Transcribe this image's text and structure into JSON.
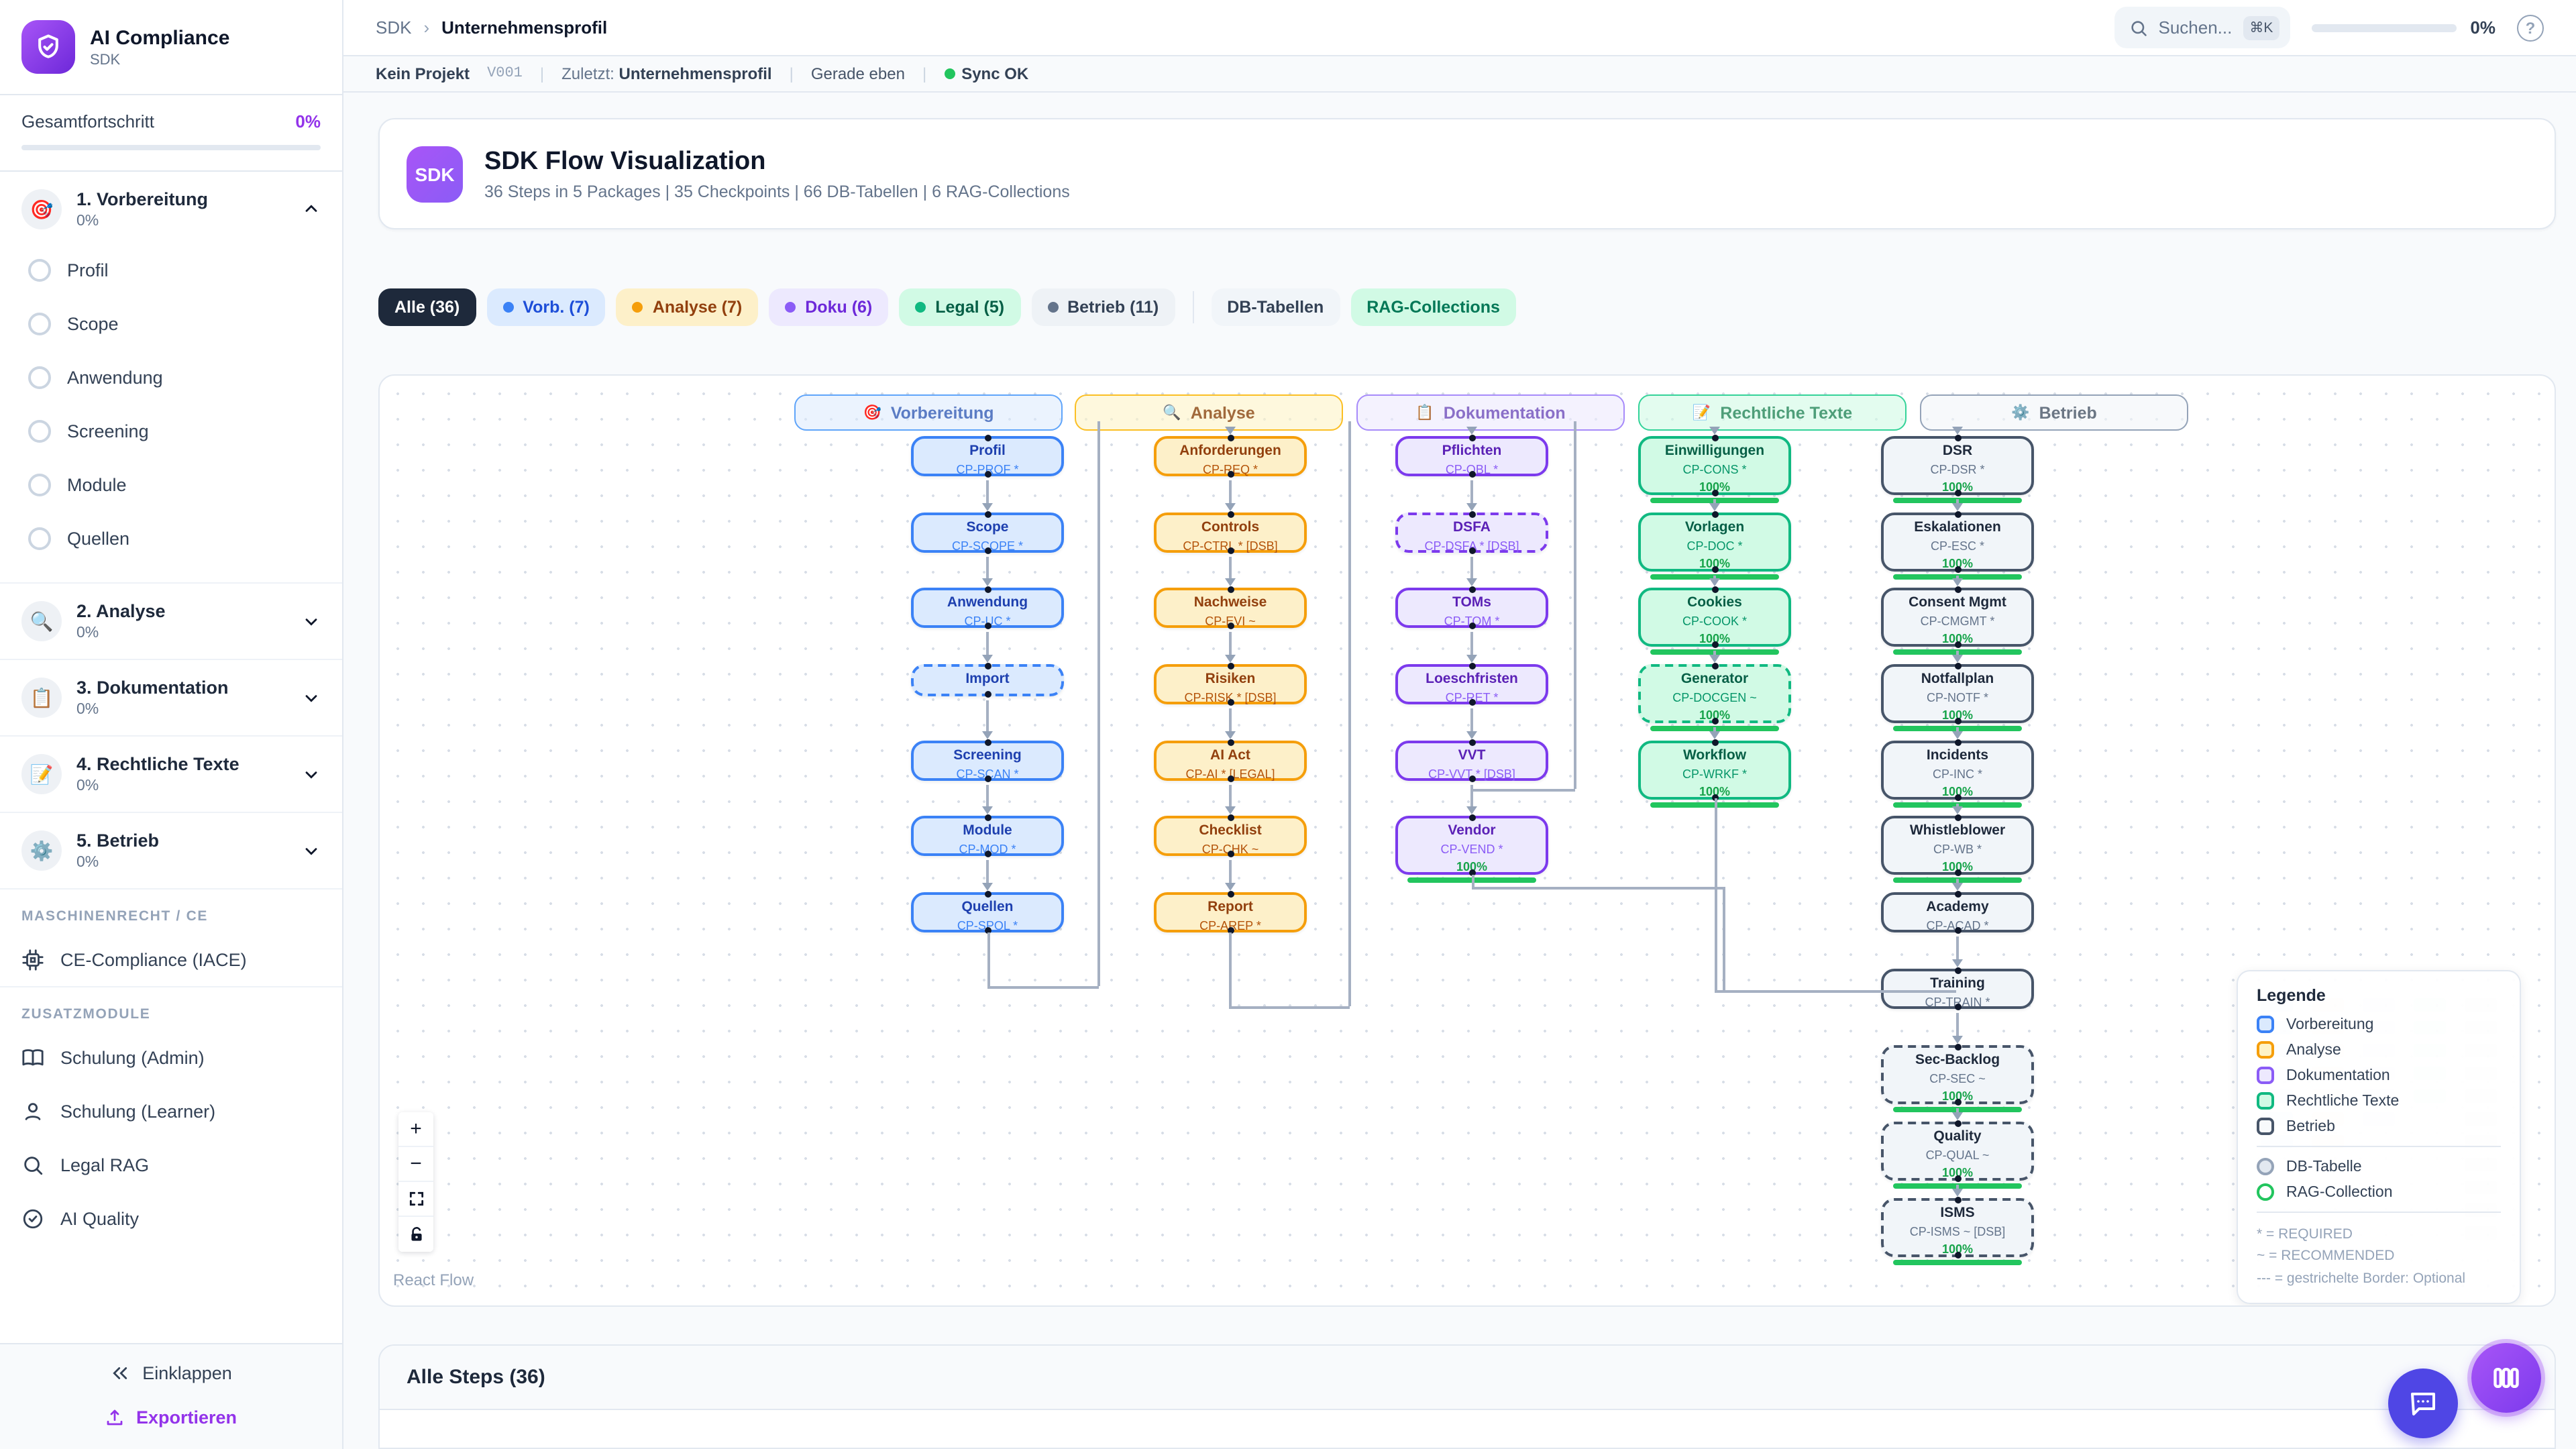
{
  "sidebar": {
    "app_title": "AI Compliance",
    "app_subtitle": "SDK",
    "overall_progress_label": "Gesamtfortschritt",
    "overall_progress_value": "0%",
    "phases": [
      {
        "icon": "🎯",
        "label": "1. Vorbereitung",
        "progress": "0%",
        "expanded": true,
        "items": [
          "Profil",
          "Scope",
          "Anwendung",
          "Screening",
          "Module",
          "Quellen"
        ]
      },
      {
        "icon": "🔍",
        "label": "2. Analyse",
        "progress": "0%",
        "expanded": false
      },
      {
        "icon": "📋",
        "label": "3. Dokumentation",
        "progress": "0%",
        "expanded": false
      },
      {
        "icon": "📝",
        "label": "4. Rechtliche Texte",
        "progress": "0%",
        "expanded": false
      },
      {
        "icon": "⚙️",
        "label": "5. Betrieb",
        "progress": "0%",
        "expanded": false
      }
    ],
    "maschinenrecht_label": "MASCHINENRECHT / CE",
    "ce_item_label": "CE-Compliance (IACE)",
    "zusatzmodule_label": "ZUSATZMODULE",
    "extra_modules": [
      {
        "icon": "book-icon",
        "label": "Schulung (Admin)"
      },
      {
        "icon": "user-icon",
        "label": "Schulung (Learner)"
      },
      {
        "icon": "search-icon",
        "label": "Legal RAG"
      },
      {
        "icon": "check-circle-icon",
        "label": "AI Quality"
      }
    ],
    "collapse_label": "Einklappen",
    "export_label": "Exportieren"
  },
  "header": {
    "breadcrumb_root": "SDK",
    "breadcrumb_sep": "›",
    "breadcrumb_current": "Unternehmensprofil",
    "search_placeholder": "Suchen...",
    "search_shortcut": "⌘K",
    "progress_value": "0%",
    "help_label": "?"
  },
  "statusbar": {
    "project": "Kein Projekt",
    "version": "V001",
    "last_label": "Zuletzt:",
    "last_value": "Unternehmensprofil",
    "time": "Gerade eben",
    "sync": "Sync OK"
  },
  "hero": {
    "badge": "SDK",
    "title": "SDK Flow Visualization",
    "subtitle": "36 Steps in 5 Packages | 35 Checkpoints | 66 DB-Tabellen | 6 RAG-Collections"
  },
  "filters": [
    {
      "label": "Alle (36)",
      "variant": "dark"
    },
    {
      "label": "Vorb. (7)",
      "variant": "blue",
      "dot": true
    },
    {
      "label": "Analyse (7)",
      "variant": "amber",
      "dot": true
    },
    {
      "label": "Doku (6)",
      "variant": "purple",
      "dot": true
    },
    {
      "label": "Legal (5)",
      "variant": "green",
      "dot": true
    },
    {
      "label": "Betrieb (11)",
      "variant": "slate",
      "dot": true
    },
    {
      "divider": true
    },
    {
      "label": "DB-Tabellen",
      "variant": "plain"
    },
    {
      "label": "RAG-Collections",
      "variant": "rag"
    }
  ],
  "flow": {
    "packages": [
      {
        "emoji": "🎯",
        "label": "Vorbereitung",
        "variant": "blue",
        "steps": [
          {
            "title": "Profil",
            "code": "CP-PROF *",
            "row": 0
          },
          {
            "title": "Scope",
            "code": "CP-SCOPE *",
            "row": 1
          },
          {
            "title": "Anwendung",
            "code": "CP-UC *",
            "row": 2
          },
          {
            "title": "Import",
            "code": "",
            "row": 3,
            "dashed": true
          },
          {
            "title": "Screening",
            "code": "CP-SCAN *",
            "row": 4
          },
          {
            "title": "Module",
            "code": "CP-MOD *",
            "row": 5
          },
          {
            "title": "Quellen",
            "code": "CP-SPOL *",
            "row": 6
          }
        ]
      },
      {
        "emoji": "🔍",
        "label": "Analyse",
        "variant": "amber",
        "steps": [
          {
            "title": "Anforderungen",
            "code": "CP-REQ *",
            "row": 0
          },
          {
            "title": "Controls",
            "code": "CP-CTRL * [DSB]",
            "row": 1
          },
          {
            "title": "Nachweise",
            "code": "CP-EVI ~",
            "row": 2
          },
          {
            "title": "Risiken",
            "code": "CP-RISK * [DSB]",
            "row": 3
          },
          {
            "title": "AI Act",
            "code": "CP-AI * [LEGAL]",
            "row": 4
          },
          {
            "title": "Checklist",
            "code": "CP-CHK ~",
            "row": 5
          },
          {
            "title": "Report",
            "code": "CP-AREP *",
            "row": 6
          }
        ]
      },
      {
        "emoji": "📋",
        "label": "Dokumentation",
        "variant": "purple",
        "steps": [
          {
            "title": "Pflichten",
            "code": "CP-OBL *",
            "row": 0
          },
          {
            "title": "DSFA",
            "code": "CP-DSFA * [DSB]",
            "row": 1,
            "dashed": true
          },
          {
            "title": "TOMs",
            "code": "CP-TOM *",
            "row": 2
          },
          {
            "title": "Loeschfristen",
            "code": "CP-RET *",
            "row": 3
          },
          {
            "title": "VVT",
            "code": "CP-VVT * [DSB]",
            "row": 4
          },
          {
            "title": "Vendor",
            "code": "CP-VEND *",
            "row": 5,
            "progress": "100%"
          }
        ]
      },
      {
        "emoji": "📝",
        "label": "Rechtliche Texte",
        "variant": "green",
        "steps": [
          {
            "title": "Einwilligungen",
            "code": "CP-CONS *",
            "row": 0,
            "progress": "100%"
          },
          {
            "title": "Vorlagen",
            "code": "CP-DOC *",
            "row": 1,
            "progress": "100%"
          },
          {
            "title": "Cookies",
            "code": "CP-COOK *",
            "row": 2,
            "progress": "100%"
          },
          {
            "title": "Generator",
            "code": "CP-DOCGEN ~",
            "row": 3,
            "dashed": true,
            "progress": "100%"
          },
          {
            "title": "Workflow",
            "code": "CP-WRKF *",
            "row": 4,
            "progress": "100%"
          }
        ]
      },
      {
        "emoji": "⚙️",
        "label": "Betrieb",
        "variant": "slate",
        "steps": [
          {
            "title": "DSR",
            "code": "CP-DSR *",
            "row": 0,
            "progress": "100%"
          },
          {
            "title": "Eskalationen",
            "code": "CP-ESC *",
            "row": 1,
            "progress": "100%"
          },
          {
            "title": "Consent Mgmt",
            "code": "CP-CMGMT *",
            "row": 2,
            "progress": "100%"
          },
          {
            "title": "Notfallplan",
            "code": "CP-NOTF *",
            "row": 3,
            "progress": "100%"
          },
          {
            "title": "Incidents",
            "code": "CP-INC *",
            "row": 4,
            "progress": "100%"
          },
          {
            "title": "Whistleblower",
            "code": "CP-WB *",
            "row": 5,
            "progress": "100%"
          },
          {
            "title": "Academy",
            "code": "CP-ACAD *",
            "row": 6
          },
          {
            "title": "Training",
            "code": "CP-TRAIN *",
            "row": 7
          },
          {
            "title": "Sec-Backlog",
            "code": "CP-SEC ~",
            "row": 8,
            "dashed": true,
            "progress": "100%"
          },
          {
            "title": "Quality",
            "code": "CP-QUAL ~",
            "row": 9,
            "dashed": true,
            "progress": "100%"
          },
          {
            "title": "ISMS",
            "code": "CP-ISMS ~ [DSB]",
            "row": 10,
            "dashed": true,
            "progress": "100%"
          }
        ]
      }
    ]
  },
  "legend": {
    "title": "Legende",
    "items": [
      {
        "label": "Vorbereitung",
        "variant": "blue"
      },
      {
        "label": "Analyse",
        "variant": "amber"
      },
      {
        "label": "Dokumentation",
        "variant": "purple"
      },
      {
        "label": "Rechtliche Texte",
        "variant": "green"
      },
      {
        "label": "Betrieb",
        "variant": "slate"
      }
    ],
    "db_label": "DB-Tabelle",
    "rag_label": "RAG-Collection",
    "notes": [
      "* = REQUIRED",
      "~ = RECOMMENDED",
      "--- = gestrichelte Border: Optional"
    ]
  },
  "canvas_controls": {
    "zoom_in": "+",
    "zoom_out": "−",
    "attribution": "React Flow"
  },
  "bottom": {
    "all_steps_title": "Alle Steps (36)"
  },
  "colors": {
    "accent_purple": "#9333ea",
    "sync_green": "#22c55e",
    "progress_green": "#22c55e",
    "package_blue": "#3b82f6",
    "package_amber": "#f59e0b",
    "package_purple": "#7c3aed",
    "package_green": "#10b981",
    "package_slate": "#475569",
    "chip_dark_bg": "#1e293b"
  }
}
